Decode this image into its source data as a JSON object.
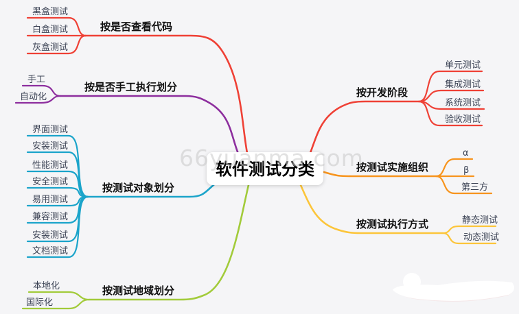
{
  "title": "软件测试分类",
  "watermark": "66yuanma.com",
  "branches": [
    {
      "id": "view-code",
      "label": "按是否查看代码",
      "color": "#ef4136",
      "children": [
        "黑盒测试",
        "白盒测试",
        "灰盒测试"
      ]
    },
    {
      "id": "manual",
      "label": "按是否手工执行划分",
      "color": "#8d2e9e",
      "children": [
        "手工",
        "自动化"
      ]
    },
    {
      "id": "object",
      "label": "按测试对象划分",
      "color": "#1ba4ca",
      "children": [
        "界面测试",
        "安装测试",
        "性能测试",
        "安全测试",
        "易用测试",
        "兼容测试",
        "安装测试",
        "文档测试"
      ]
    },
    {
      "id": "region",
      "label": "按测试地域划分",
      "color": "#a2cb3a",
      "children": [
        "本地化",
        "国际化"
      ]
    },
    {
      "id": "dev-stage",
      "label": "按开发阶段",
      "color": "#ef4136",
      "children": [
        "单元测试",
        "集成测试",
        "系统测试",
        "验收测试"
      ]
    },
    {
      "id": "organization",
      "label": "按测试实施组织",
      "color": "#f7941d",
      "children": [
        "α",
        "β",
        "第三方"
      ]
    },
    {
      "id": "execution",
      "label": "按测试执行方式",
      "color": "#fcc53a",
      "children": [
        "静态测试",
        "动态测试"
      ]
    }
  ]
}
